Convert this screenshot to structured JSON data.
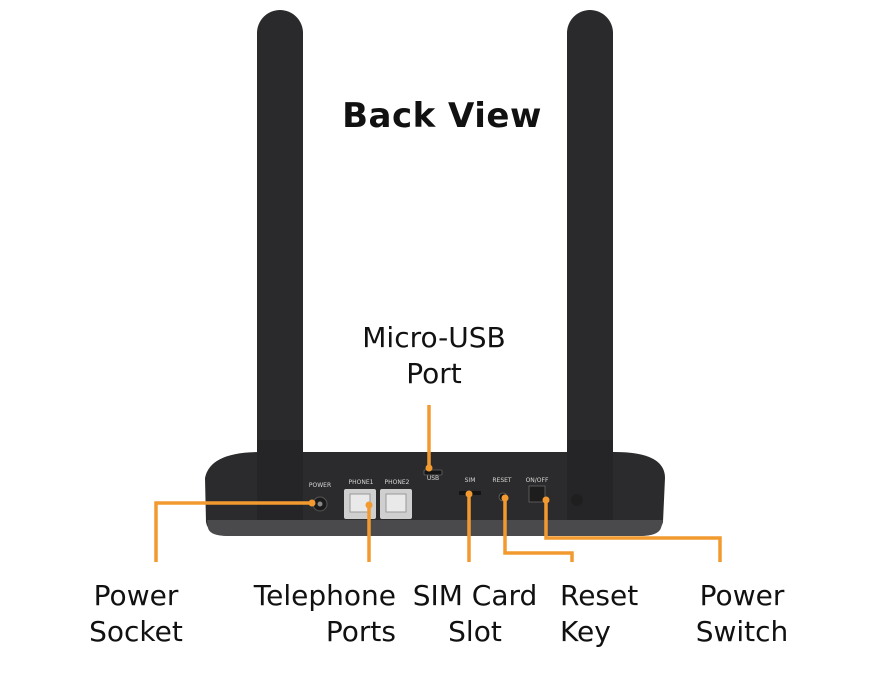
{
  "title": "Back View",
  "labels": {
    "micro_usb": [
      "Micro-USB",
      "Port"
    ],
    "power_socket": [
      "Power",
      "Socket"
    ],
    "telephone_ports": [
      "Telephone",
      "Ports"
    ],
    "sim_card_slot": [
      "SIM Card",
      "Slot"
    ],
    "reset_key": [
      "Reset",
      "Key"
    ],
    "power_switch": [
      "Power",
      "Switch"
    ]
  },
  "port_markings": {
    "power": "POWER",
    "phone1": "PHONE1",
    "phone2": "PHONE2",
    "usb": "USB",
    "sim": "SIM",
    "reset": "RESET",
    "onoff": "ON/OFF"
  },
  "colors": {
    "leader": "#f29a30",
    "device": "#2b2b2d",
    "text": "#111111"
  }
}
